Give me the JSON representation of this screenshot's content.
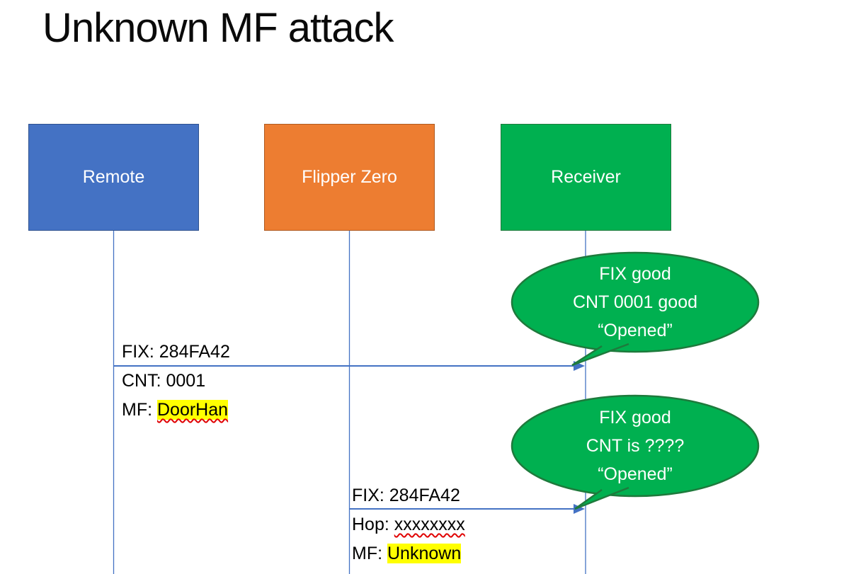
{
  "title": "Unknown MF attack",
  "actors": [
    {
      "label": "Remote"
    },
    {
      "label": "Flipper Zero"
    },
    {
      "label": "Receiver"
    }
  ],
  "messages": [
    {
      "from": "Remote",
      "to": "Receiver",
      "line1": "FIX: 284FA42",
      "line2": "CNT: 0001",
      "line3_prefix": "MF: ",
      "line3_value": "DoorHan"
    },
    {
      "from": "Flipper Zero",
      "to": "Receiver",
      "line1": "FIX: 284FA42",
      "line2_prefix": "Hop: ",
      "line2_value": "xxxxxxxx",
      "line3_prefix": "MF: ",
      "line3_value": "Unknown"
    }
  ],
  "bubbles": [
    {
      "line1": "FIX good",
      "line2": "CNT 0001 good",
      "line3": "“Opened”"
    },
    {
      "line1": "FIX good",
      "line2": "CNT is ????",
      "line3": "“Opened”"
    }
  ],
  "colors": {
    "remote_fill": "#4472C4",
    "remote_border": "#2F528F",
    "flipper_fill": "#ED7D31",
    "flipper_border": "#AE5A21",
    "receiver_fill": "#00B050",
    "receiver_border": "#1E7A3C",
    "bubble_fill": "#00B050",
    "bubble_border": "#1E7A3C",
    "line_color": "#4472C4",
    "arrow_color": "#4472C4",
    "highlight": "#FFFF00"
  }
}
